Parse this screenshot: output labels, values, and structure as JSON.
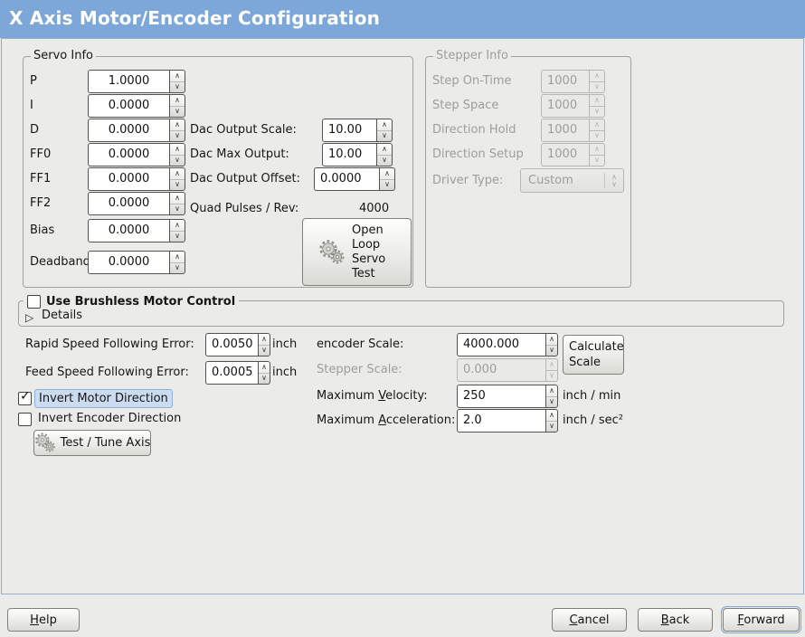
{
  "window": {
    "title": "X Axis Motor/Encoder Configuration"
  },
  "colors": {
    "titlebar": "#7da7d8",
    "focus_highlight": "#cbdcf1",
    "frame_border": "#a2a29c"
  },
  "glyphs": {
    "check": "✓",
    "expander": "▷",
    "up": "∧",
    "down": "∨"
  },
  "servo": {
    "title": "Servo Info",
    "fields": [
      {
        "label": "P",
        "value": "1.0000"
      },
      {
        "label": "I",
        "value": "0.0000"
      },
      {
        "label": "D",
        "value": "0.0000"
      },
      {
        "label": "FF0",
        "value": "0.0000"
      },
      {
        "label": "FF1",
        "value": "0.0000"
      },
      {
        "label": "FF2",
        "value": "0.0000"
      },
      {
        "label": "Bias",
        "value": "0.0000"
      },
      {
        "label": "Deadband",
        "value": "0.0000"
      }
    ],
    "dac": [
      {
        "label": "Dac Output Scale:",
        "value": "10.00"
      },
      {
        "label": "Dac Max Output:",
        "value": "10.00"
      },
      {
        "label": "Dac Output Offset:",
        "value": "0.0000"
      }
    ],
    "quad": {
      "label": "Quad Pulses / Rev:",
      "value": "4000"
    },
    "open_loop_button": "Open Loop Servo Test"
  },
  "stepper": {
    "title": "Stepper Info",
    "fields": [
      {
        "label": "Step On-Time",
        "value": "1000"
      },
      {
        "label": "Step Space",
        "value": "1000"
      },
      {
        "label": "Direction Hold",
        "value": "1000"
      },
      {
        "label": "Direction Setup",
        "value": "1000"
      }
    ],
    "driver_label": "Driver Type:",
    "driver_value": "Custom"
  },
  "brushless": {
    "label": "Use Brushless Motor Control",
    "details": "Details"
  },
  "following": {
    "rapid": {
      "label": "Rapid Speed Following Error:",
      "value": "0.0050",
      "unit": "inch"
    },
    "feed": {
      "label": "Feed Speed Following Error:",
      "value": "0.0005",
      "unit": "inch"
    }
  },
  "options": {
    "invert_motor": "Invert Motor Direction",
    "invert_encoder": "Invert Encoder Direction",
    "test_button": "Test / Tune Axis"
  },
  "scales": {
    "encoder": {
      "label": "encoder Scale:",
      "value": "4000.000"
    },
    "stepper": {
      "label": "Stepper Scale:",
      "value": "0.000"
    },
    "velocity": {
      "pre": "Maximum ",
      "u": "V",
      "post": "elocity:",
      "value": "250",
      "unit": "inch / min"
    },
    "accel": {
      "pre": "Maximum ",
      "u": "A",
      "post": "cceleration:",
      "value": "2.0",
      "unit": "inch / sec²"
    },
    "calc_button": "Calculate Scale"
  },
  "actions": {
    "help": {
      "u": "H",
      "post": "elp"
    },
    "cancel": {
      "u": "C",
      "post": "ancel"
    },
    "back": {
      "u": "B",
      "post": "ack"
    },
    "forward": {
      "u": "F",
      "post": "orward"
    }
  }
}
